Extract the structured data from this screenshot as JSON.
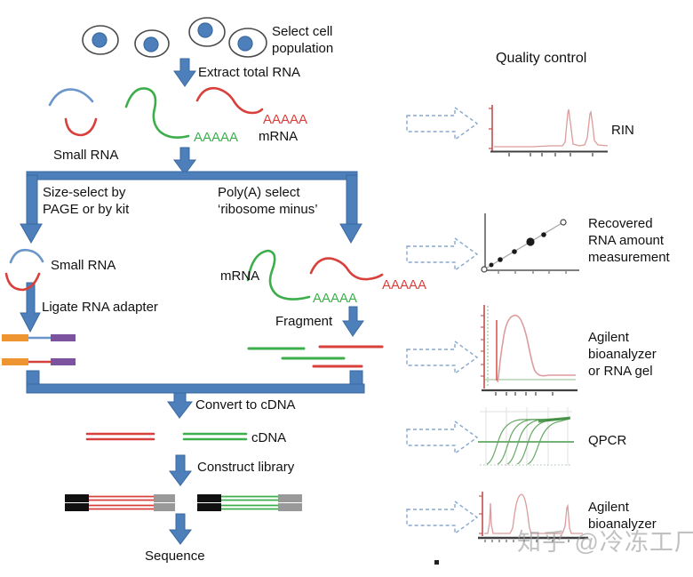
{
  "labels": {
    "select_cell": "Select cell\npopulation",
    "extract_rna": "Extract total RNA",
    "small_rna_top": "Small RNA",
    "polya_green_top": "AAAAA",
    "mrna_top": "mRNA",
    "polya_red_top": "AAAAA",
    "size_select": "Size-select by\nPAGE or by kit",
    "polya_select": "Poly(A) select\n‘ribosome minus’",
    "small_rna_mid": "Small RNA",
    "ligate_adapter": "Ligate RNA adapter",
    "mrna_mid": "mRNA",
    "polya_green_mid": "AAAAA",
    "polya_red_mid": "AAAAA",
    "fragment": "Fragment",
    "convert_cdna": "Convert to cDNA",
    "cdna": "cDNA",
    "construct_library": "Construct library",
    "sequence": "Sequence"
  },
  "quality_control": {
    "title": "Quality control",
    "items": [
      {
        "label": "RIN",
        "plot_icon": "electropherogram-two-peaks"
      },
      {
        "label": "Recovered\nRNA amount\nmeasurement",
        "plot_icon": "standard-curve-scatter"
      },
      {
        "label": "Agilent\nbioanalyzer\nor RNA gel",
        "plot_icon": "fragment-size-distribution"
      },
      {
        "label": "QPCR",
        "plot_icon": "amplification-curves"
      },
      {
        "label": "Agilent\nbioanalyzer",
        "plot_icon": "library-electropherogram"
      }
    ]
  },
  "watermark": "知乎 @冷冻工厂",
  "colors": {
    "arrow_blue": "#4d80bb",
    "arrow_blue_dark": "#3a68a0",
    "red": "#d8403c",
    "green": "#3cae4c",
    "orange": "#ee9430",
    "purple": "#7b539e",
    "gray_block": "#999999",
    "black_block": "#111111",
    "dashed_arrow_blue": "#86a7cf",
    "trace_pink": "#dc9c9c",
    "axis_red": "#c0504d",
    "qpcr_green": "#68a968"
  }
}
